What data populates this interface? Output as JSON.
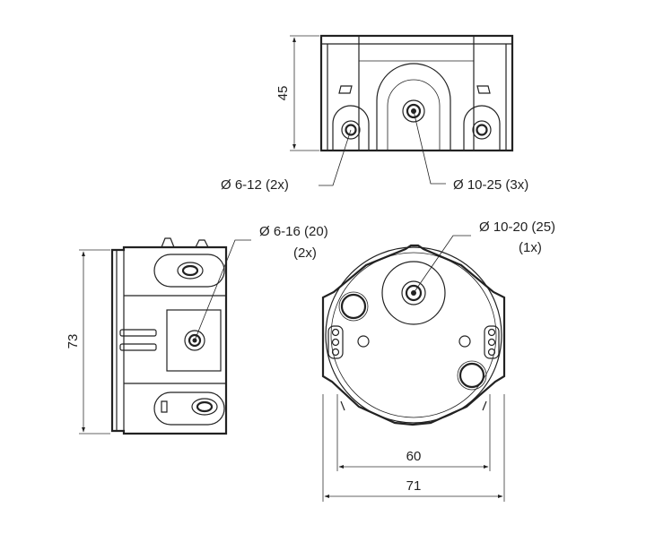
{
  "labels": {
    "top_left_hole": "Ø 6-12 (2x)",
    "top_center_hole": "Ø 10-25 (3x)",
    "side_hole_line1": "Ø 6-16 (20)",
    "side_hole_line2": "(2x)",
    "front_hole_line1": "Ø 10-20 (25)",
    "front_hole_line2": "(1x)"
  },
  "dimensions": {
    "height_top_view": "45",
    "height_side_view": "73",
    "inner_width": "60",
    "outer_width": "71"
  }
}
